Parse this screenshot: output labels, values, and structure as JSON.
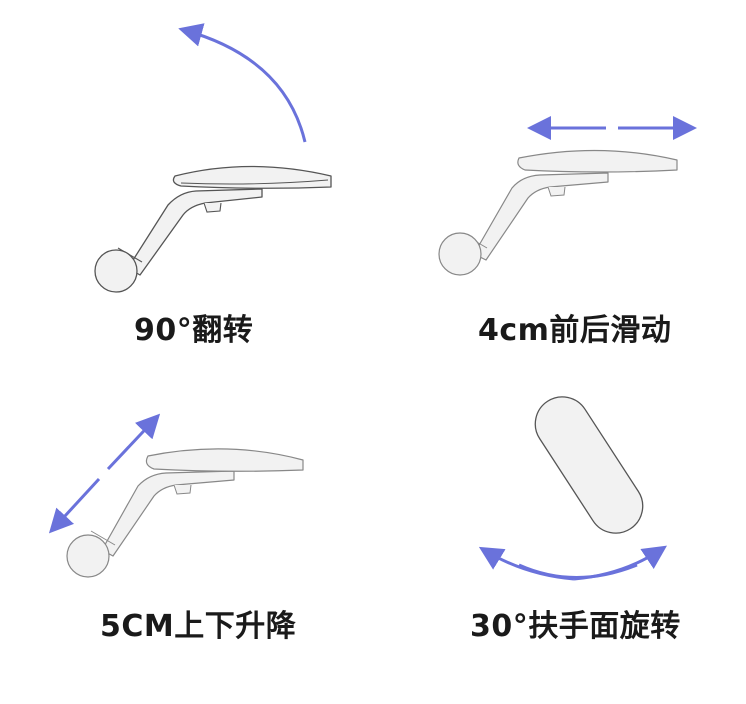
{
  "captions": {
    "flip": "90°翻转",
    "slide": "4cm前后滑动",
    "lift": "5CM上下升降",
    "rotate": "30°扶手面旋转"
  },
  "colors": {
    "arrow": "#6a72db",
    "outline": "#555555",
    "fill": "#f2f2f2",
    "text": "#1a1a1a"
  }
}
